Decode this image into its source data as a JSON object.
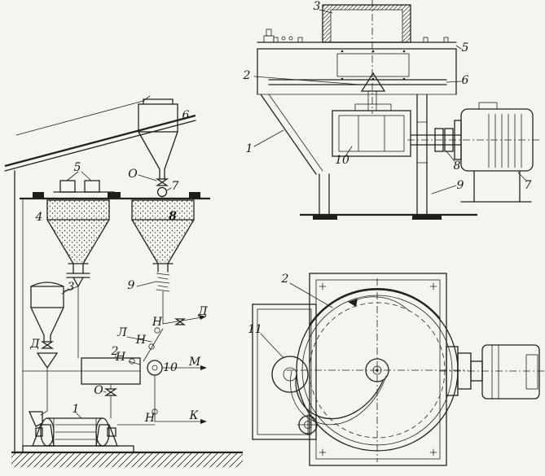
{
  "figure": {
    "kind": "technical-line-drawing",
    "ink": "#222222",
    "paper": "#f5f4ef"
  },
  "labels": {
    "left": {
      "n6": "6",
      "n5": "5",
      "o_top": "О",
      "n7": "7",
      "n4": "4",
      "n8": "8",
      "n9": "9",
      "n3": "3",
      "d_left": "Д",
      "d_right": "Д",
      "n_a": "Н",
      "l": "Л",
      "n_b": "Н",
      "n_c": "Н",
      "n2": "2",
      "n10": "10",
      "m": "М",
      "o_low": "О",
      "n_d": "Н",
      "k": "К",
      "n1": "1"
    },
    "side": {
      "n3": "3",
      "n5": "5",
      "n2": "2",
      "n6": "6",
      "n1": "1",
      "n10": "10",
      "n8": "8",
      "n9": "9",
      "n7": "7"
    },
    "top": {
      "n2": "2",
      "n11": "11"
    }
  }
}
